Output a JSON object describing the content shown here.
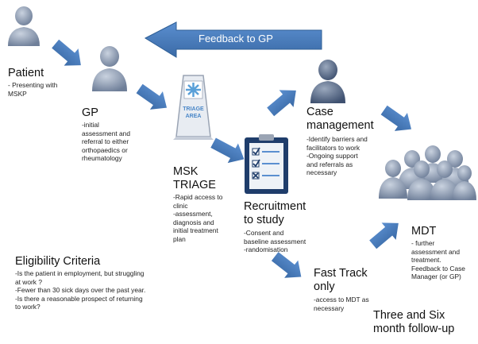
{
  "feedback_banner": "Feedback to GP",
  "patient": {
    "title": "Patient",
    "desc": "- Presenting with\nMSKP"
  },
  "gp": {
    "title": "GP",
    "desc": "-initial\nassessment and\nreferral to either\northopaedics or\nrheumatology"
  },
  "msk_triage": {
    "title_line1": "MSK",
    "title_line2": "TRIAGE",
    "desc": "-Rapid access to\nclinic\n -assessment,\ndiagnosis and\ninitial treatment\nplan",
    "sign_text_line1": "TRIAGE",
    "sign_text_line2": "AREA"
  },
  "recruitment": {
    "title_line1": "Recruitment",
    "title_line2": "to study",
    "desc": "-Consent and\nbaseline assessment\n-randomisation"
  },
  "case_management": {
    "title_line1": "Case",
    "title_line2": "management",
    "desc": "-Identify barriers and\nfacilitators to work\n -Ongoing support\nand referrals as\nnecessary"
  },
  "mdt": {
    "title": "MDT",
    "desc": "- further\nassessment and\ntreatment.\nFeedback to Case\nManager (or GP)"
  },
  "fast_track": {
    "title_line1": "Fast Track",
    "title_line2": "only",
    "desc": "-access to MDT as\nnecessary"
  },
  "followup": {
    "line1": "Three and Six",
    "line2": "month follow-up"
  },
  "eligibility": {
    "title": "Eligibility Criteria",
    "desc": "-Is the patient in employment, but struggling\nat work ?\n-Fewer than 30 sick days over the past year.\n-Is there a reasonable prospect of returning\nto work?"
  },
  "colors": {
    "arrow": "#4a7ebb",
    "arrow_dark": "#2f5f96",
    "person": "#7f8ea6",
    "person_light": "#a9b4c6",
    "clipboard": "#1f3d6b"
  }
}
